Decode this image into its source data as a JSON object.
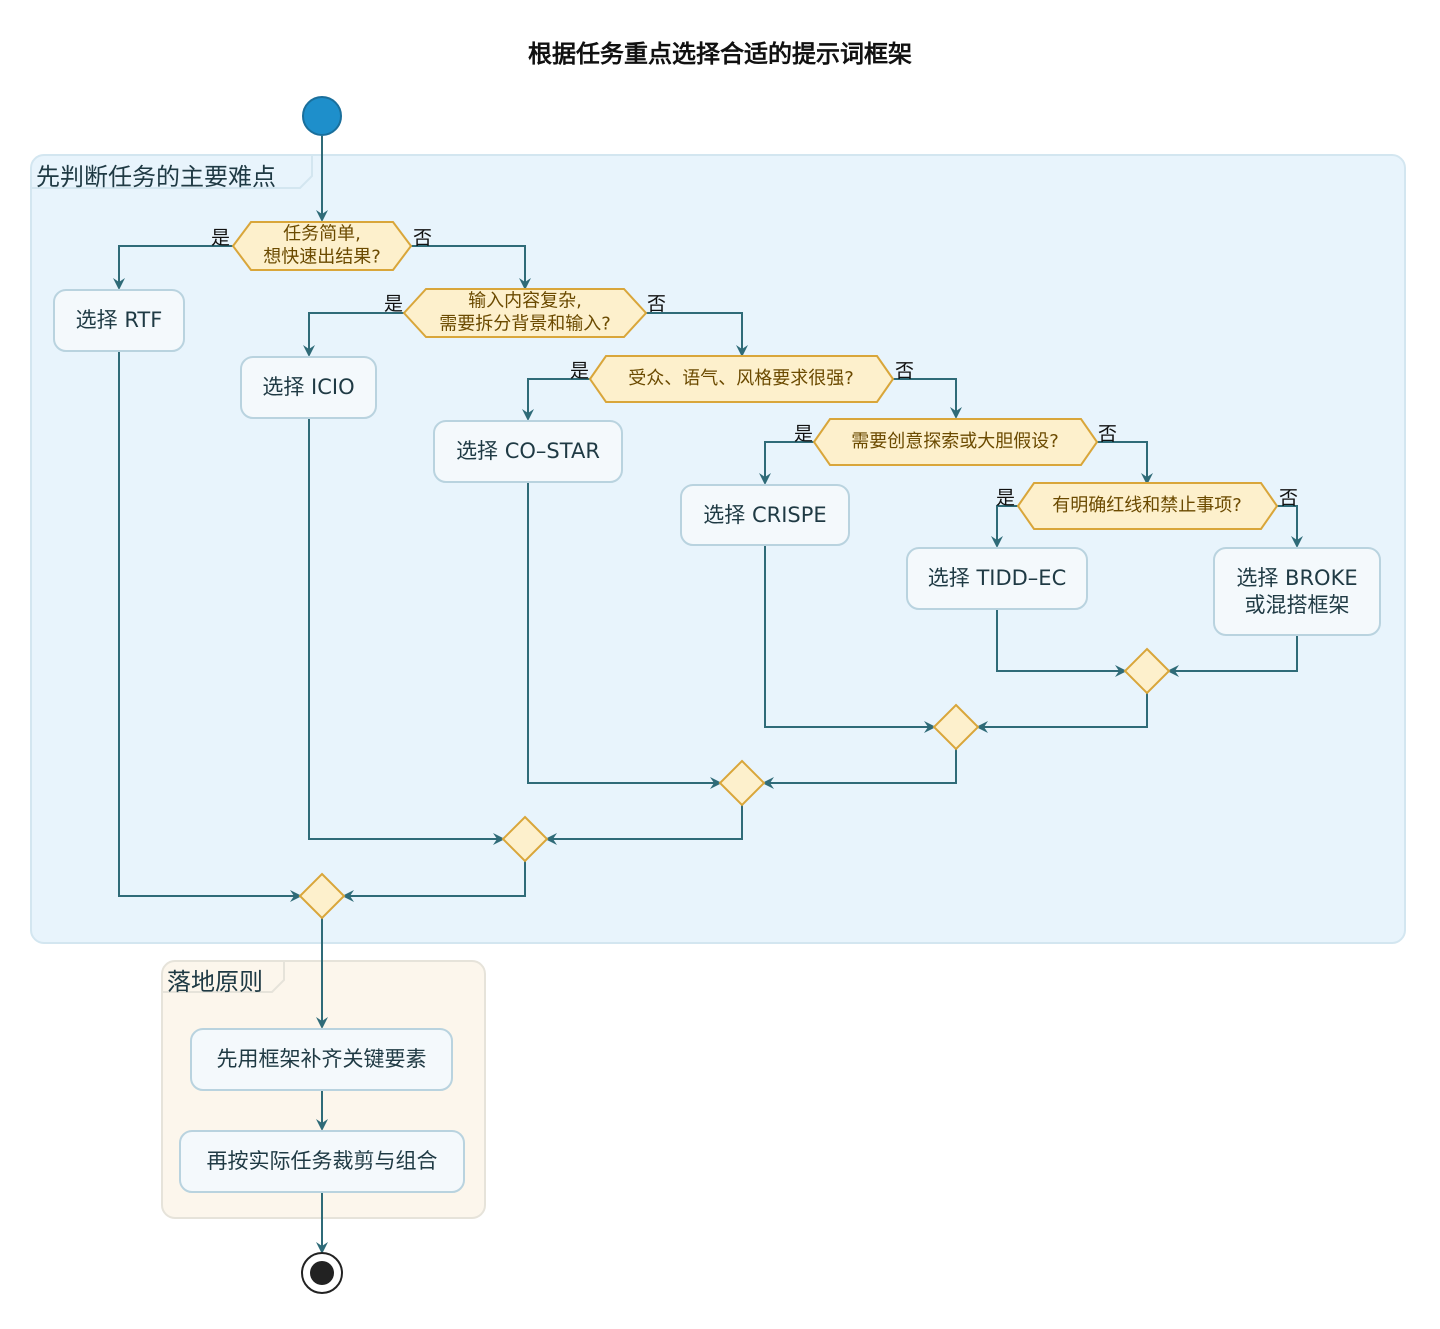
{
  "title": "根据任务重点选择合适的提示词框架",
  "lanes": {
    "decide": "先判断任务的主要难点",
    "apply": "落地原则"
  },
  "decisions": [
    {
      "label": "任务简单,\n想快速出结果?",
      "yes": "是",
      "no": "否"
    },
    {
      "label": "输入内容复杂,\n需要拆分背景和输入?",
      "yes": "是",
      "no": "否"
    },
    {
      "label": "受众、语气、风格要求很强?",
      "yes": "是",
      "no": "否"
    },
    {
      "label": "需要创意探索或大胆假设?",
      "yes": "是",
      "no": "否"
    },
    {
      "label": "有明确红线和禁止事项?",
      "yes": "是",
      "no": "否"
    }
  ],
  "actions": {
    "rtf": "选择 RTF",
    "icio": "选择 ICIO",
    "costar": "选择 CO–STAR",
    "crispe": "选择 CRISPE",
    "tiddec": "选择 TIDD–EC",
    "broke": "选择 BROKE\n或混搭框架",
    "step1": "先用框架补齐关键要素",
    "step2": "再按实际任务裁剪与组合"
  },
  "colors": {
    "line": "#2f6b78",
    "decision_fill": "#fdf0cc",
    "decision_stroke": "#d9a63a",
    "start": "#1e8fcb",
    "end": "#222222"
  }
}
